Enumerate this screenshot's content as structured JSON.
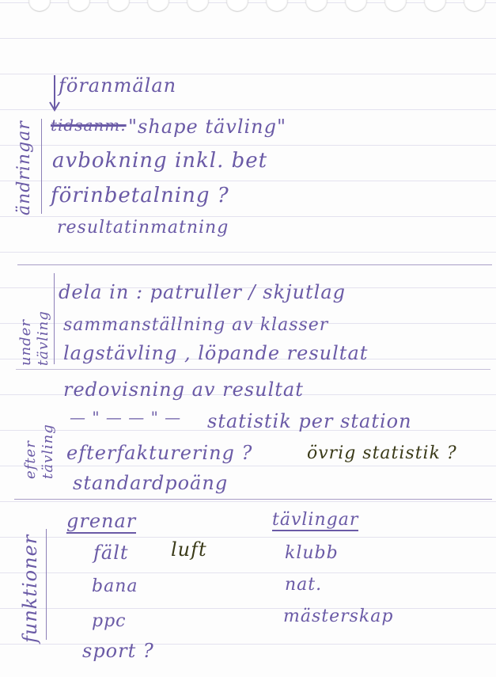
{
  "section1": {
    "side_label": "ändringar",
    "lines": {
      "foranmalan": "föranmälan",
      "struck": "tidsanm.",
      "shape": "\"shape tävling\"",
      "avbokning": "avbokning inkl. bet",
      "forinbetalning": "förinbetalning ?",
      "resultatinmatning": "resultatinmatning"
    }
  },
  "section2": {
    "side_label_top": "under",
    "side_label_bottom": "tävling",
    "lines": {
      "dela_in": "dela in : patruller / skjutlag",
      "sammanstallning": "sammanställning av klasser",
      "lagstavling": "lagstävling , löpande resultat"
    }
  },
  "section3": {
    "side_label_top": "efter",
    "side_label_bottom": "tävling",
    "lines": {
      "redovisning": "redovisning av resultat",
      "ditto": "— \" —     — \" —",
      "statistik": "statistik per station",
      "efterfakturering": "efterfakturering ?",
      "ovrig": "övrig statistik ?",
      "standardpoang": "standardpoäng"
    }
  },
  "section4": {
    "side_label": "funktioner",
    "headers": {
      "grenar": "grenar",
      "tavlingar": "tävlingar"
    },
    "grenar": [
      "fält",
      "bana",
      "ppc",
      "sport ?"
    ],
    "luft": "luft",
    "tavlingar": [
      "klubb",
      "nat.",
      "mästerskap"
    ]
  }
}
